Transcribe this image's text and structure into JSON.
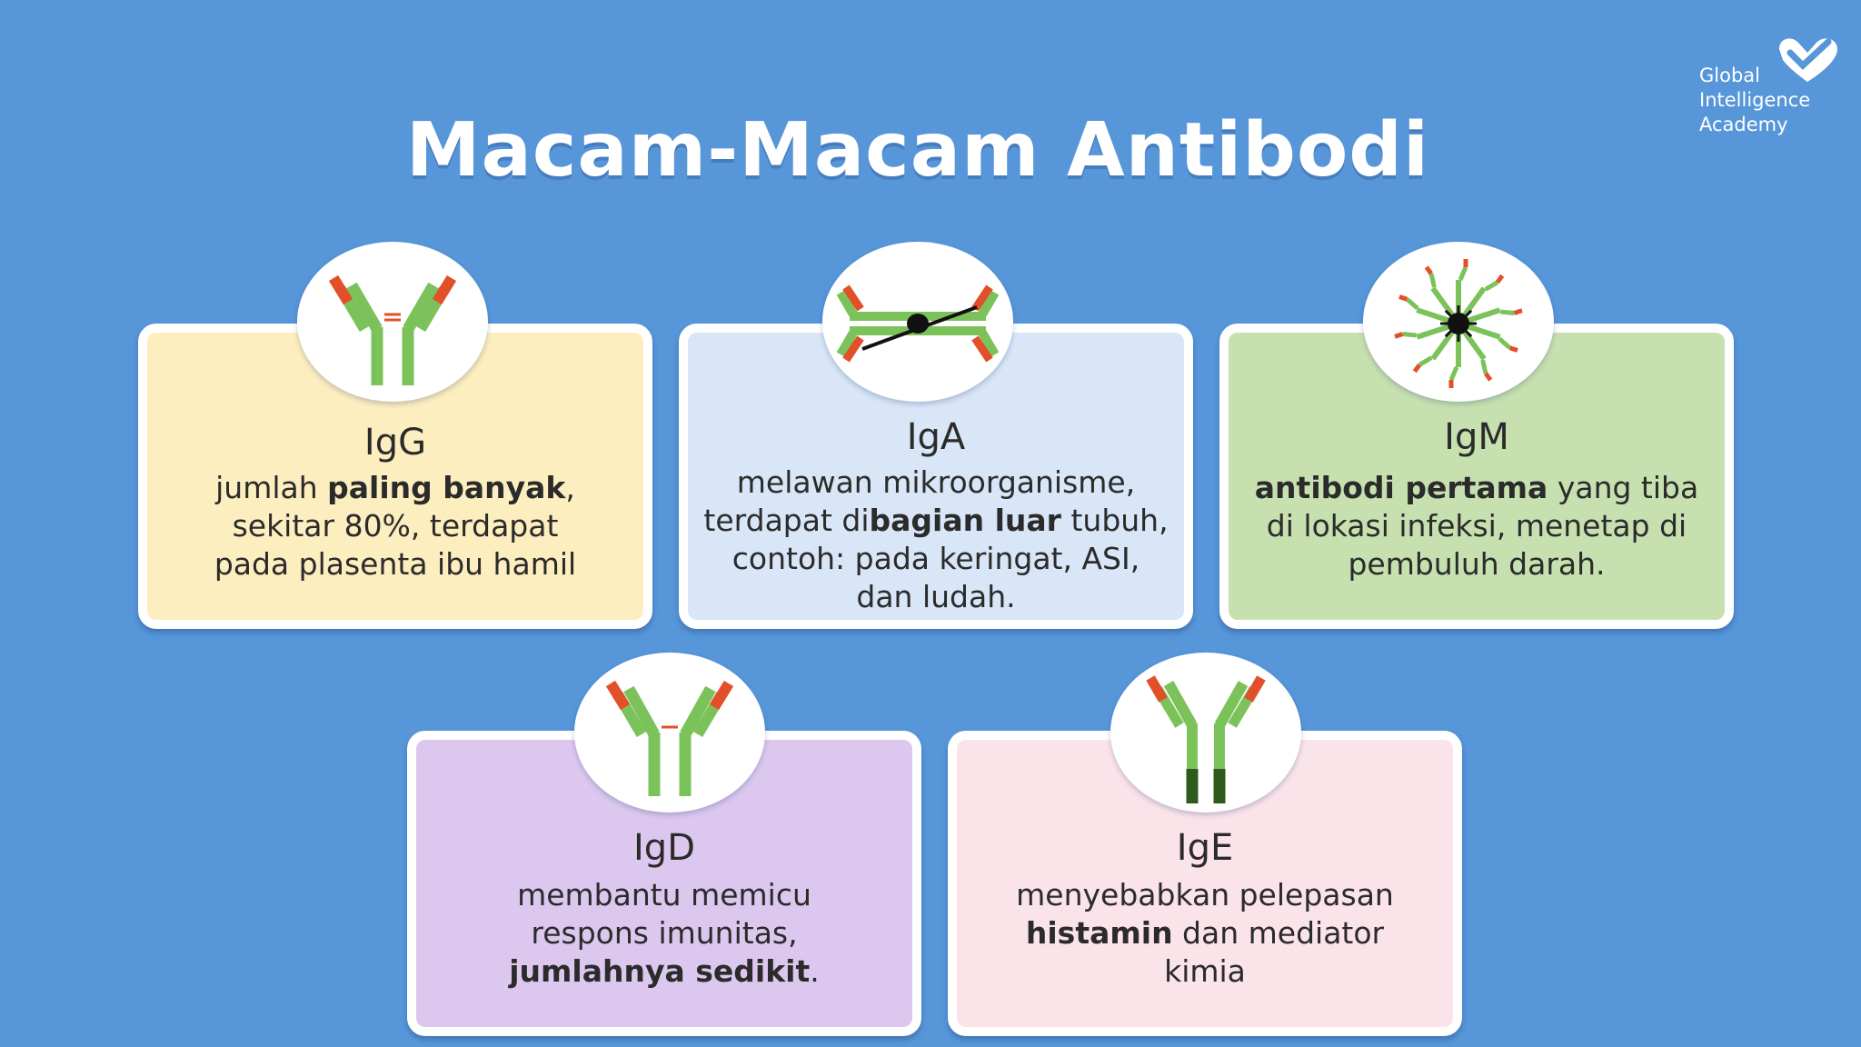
{
  "title": "Macam-Macam Antibodi",
  "logo": {
    "line1": "Global",
    "line2": "Intelligence",
    "line3": "Academy"
  },
  "colors": {
    "background": "#5696d9",
    "heavy_chain": "#7cc25a",
    "light_chain_tip": "#e2502a",
    "igg_card": "#fdeebf",
    "iga_card": "#d8e6f7",
    "igm_card": "#c7e0b0",
    "igd_card": "#dcc8ef",
    "ige_card": "#fbe3ea"
  },
  "cards": {
    "igg": {
      "name": "IgG",
      "icon": "antibody-monomer-icon",
      "line1": [
        {
          "t": "jumlah ",
          "b": false
        },
        {
          "t": "paling banyak",
          "b": true
        },
        {
          "t": ",",
          "b": false
        }
      ],
      "line2": [
        {
          "t": "sekitar 80%, terdapat",
          "b": false
        }
      ],
      "line3": [
        {
          "t": "pada plasenta ibu hamil",
          "b": false
        }
      ]
    },
    "iga": {
      "name": "IgA",
      "icon": "antibody-dimer-icon",
      "line1": [
        {
          "t": "melawan mikroorganisme,",
          "b": false
        }
      ],
      "line2": [
        {
          "t": "terdapat di",
          "b": false
        },
        {
          "t": "bagian luar",
          "b": true
        },
        {
          "t": " tubuh,",
          "b": false
        }
      ],
      "line3": [
        {
          "t": "contoh: pada keringat, ASI,",
          "b": false
        }
      ],
      "line4": [
        {
          "t": "dan ludah.",
          "b": false
        }
      ]
    },
    "igm": {
      "name": "IgM",
      "icon": "antibody-pentamer-icon",
      "line1": [
        {
          "t": "antibodi pertama",
          "b": true
        },
        {
          "t": " yang tiba",
          "b": false
        }
      ],
      "line2": [
        {
          "t": "di lokasi infeksi, menetap di",
          "b": false
        }
      ],
      "line3": [
        {
          "t": "pembuluh darah.",
          "b": false
        }
      ]
    },
    "igd": {
      "name": "IgD",
      "icon": "antibody-monomer-icon",
      "line1": [
        {
          "t": "membantu memicu",
          "b": false
        }
      ],
      "line2": [
        {
          "t": "respons imunitas,",
          "b": false
        }
      ],
      "line3": [
        {
          "t": "jumlahnya sedikit",
          "b": true
        },
        {
          "t": ".",
          "b": false
        }
      ]
    },
    "ige": {
      "name": "IgE",
      "icon": "antibody-monomer-icon",
      "line1": [
        {
          "t": "menyebabkan pelepasan",
          "b": false
        }
      ],
      "line2": [
        {
          "t": "histamin",
          "b": true
        },
        {
          "t": " dan mediator",
          "b": false
        }
      ],
      "line3": [
        {
          "t": "kimia",
          "b": false
        }
      ]
    }
  }
}
